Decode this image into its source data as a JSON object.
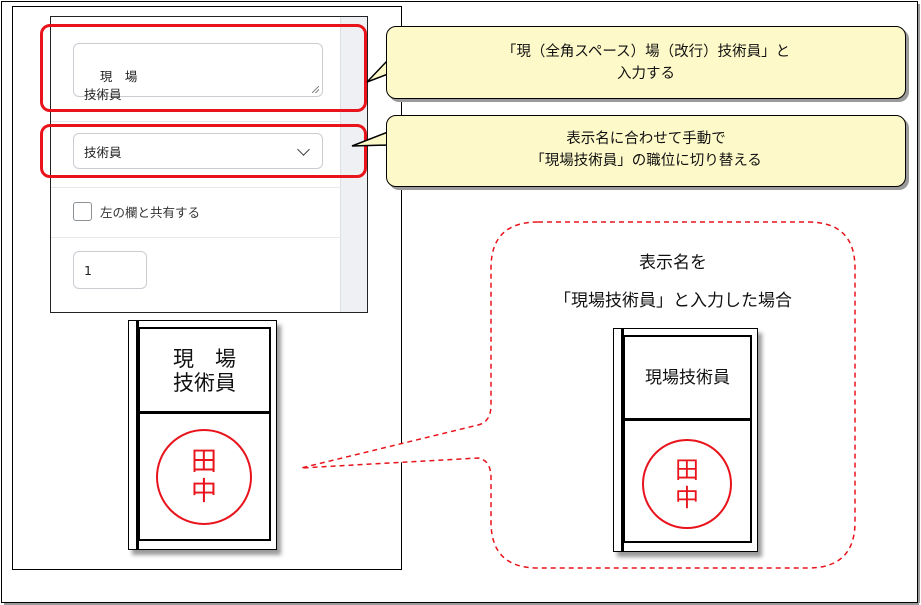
{
  "form": {
    "display_name_value": "現　場\n技術員",
    "position_select_value": "技術員",
    "share_checkbox_label": "左の欄と共有する",
    "number_value": "1"
  },
  "callouts": {
    "top": [
      "「現（全角スペース）場（改行）技術員」と",
      "入力する"
    ],
    "middle": [
      "表示名に合わせて手動で",
      "「現場技術員」の職位に切り替える"
    ]
  },
  "stamp_left": {
    "title_line1": "現　場",
    "title_line2": "技術員",
    "seal_char1": "田",
    "seal_char2": "中"
  },
  "bubble": {
    "line1": "表示名を",
    "line2": "「現場技術員」と入力した場合"
  },
  "stamp_right": {
    "title": "現場技術員",
    "seal_char1": "田",
    "seal_char2": "中"
  },
  "colors": {
    "highlight_red": "#e8131b",
    "callout_yellow": "#fdf9c9",
    "seal_red": "#e8131b"
  }
}
